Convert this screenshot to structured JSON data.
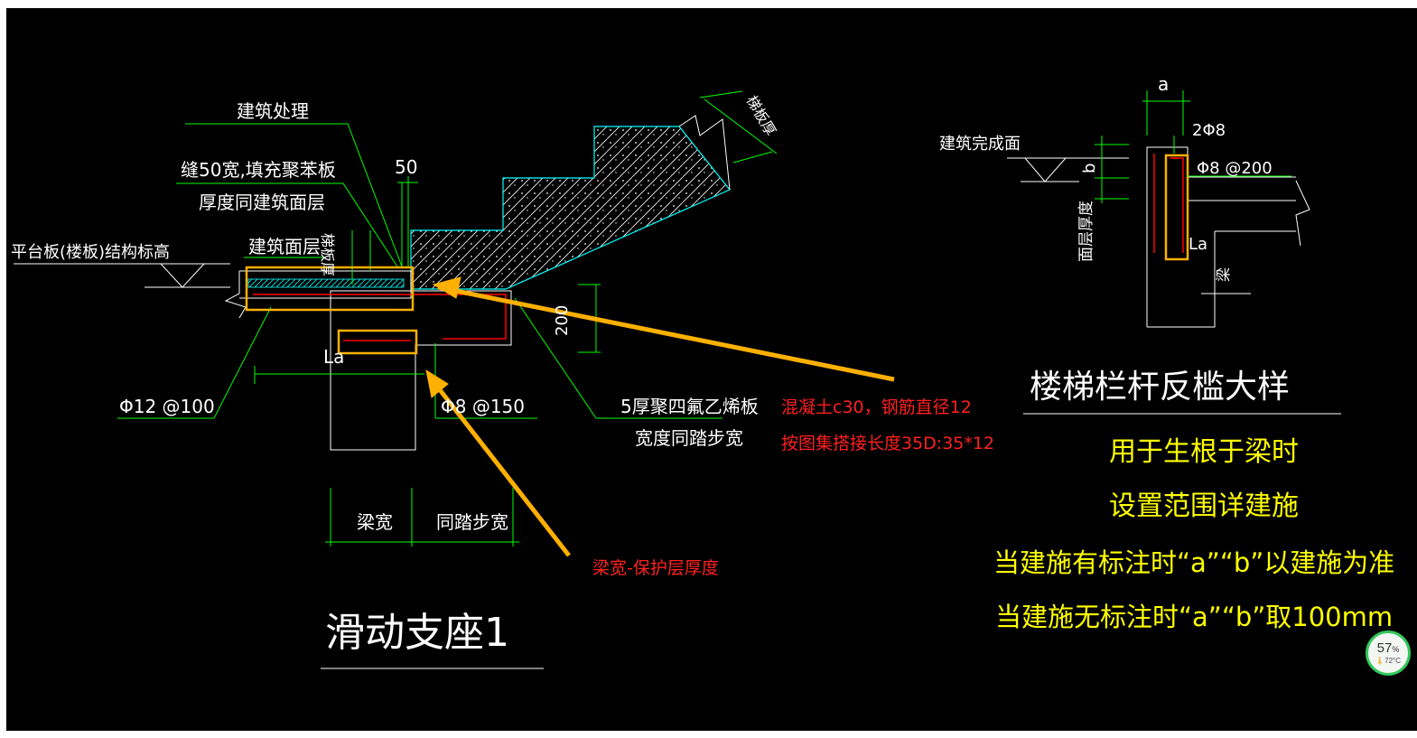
{
  "colors": {
    "background": "#000000",
    "frame": "#ffffff",
    "leader": "#00ff00",
    "stair_outline": "#00ffff",
    "rebar": "#ff0000",
    "highlight": "#ffb000",
    "annotation_red": "#ff2020",
    "note_yellow": "#ffff00",
    "text_white": "#ffffff"
  },
  "left_detail": {
    "title": "滑动支座1",
    "labels": {
      "arch_treatment": "建筑处理",
      "gap_line1": "缝50宽,填充聚苯板",
      "gap_line2": "厚度同建筑面层",
      "dim_50": "50",
      "platform_elev": "平台板(楼板)结构标高",
      "arch_finish": "建筑面层",
      "slab_thickness": "梯板厚",
      "stair_thickness": "梯板厚",
      "dim_200": "200",
      "la": "La",
      "rebar_12": "Φ12 @100",
      "rebar_8": "Φ8 @150",
      "ptfe_line1": "5厚聚四氟乙烯板",
      "ptfe_line2": "宽度同踏步宽",
      "beam_width": "梁宽",
      "tread_width": "同踏步宽"
    }
  },
  "annotations": {
    "concrete_note_line1": "混凝土c30，钢筋直径12",
    "concrete_note_line2": "按图集搭接长度35D:35*12",
    "beam_note": "梁宽-保护层厚度"
  },
  "right_detail": {
    "title": "楼梯栏杆反槛大样",
    "labels": {
      "a": "a",
      "b": "b",
      "arch_complete": "建筑完成面",
      "rebar_2phi8": "2Φ8",
      "rebar_phi8_200": "Φ8 @200",
      "finish_thickness": "面层厚度",
      "la": "La",
      "beam": "梁"
    },
    "notes": [
      "用于生根于梁时",
      "设置范围详建施",
      "当建施有标注时“a”“b”以建施为准",
      "当建施无标注时“a”“b”取100mm"
    ]
  },
  "status_badge": {
    "percent": "57",
    "percent_unit": "%",
    "temperature": "72°C"
  }
}
